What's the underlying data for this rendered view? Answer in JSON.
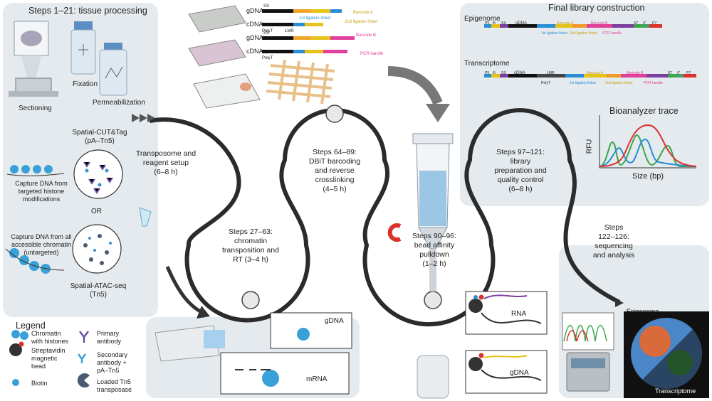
{
  "panels": {
    "tissue_title": "Steps 1–21: tissue processing",
    "sectioning": "Sectioning",
    "fixation": "Fixation",
    "permeabilization": "Permeabilization",
    "final_title": "Final library construction",
    "epigenome": "Epigenome",
    "transcriptome": "Transcriptome",
    "bioanalyzer_title": "Bioanalyzer trace",
    "rfu": "RFU",
    "size_bp": "Size (bp)"
  },
  "left": {
    "cut_tag_1": "Spatial-CUT&Tag",
    "cut_tag_2": "(pA–Tn5)",
    "capture_hist_1": "Capture DNA from",
    "capture_hist_2": "targeted histone",
    "capture_hist_3": "modifications",
    "or": "OR",
    "capture_all_1": "Capture DNA from all",
    "capture_all_2": "accessible chromatin",
    "capture_all_3": "(untargeted)",
    "atac_1": "Spatial-ATAC-seq",
    "atac_2": "(Tn5)"
  },
  "steps": {
    "s1_l1": "Transposome and",
    "s1_l2": "reagent setup",
    "s1_l3": "(6–8 h)",
    "s2_l1": "Steps 27–63:",
    "s2_l2": "chromatin",
    "s2_l3": "transposition and",
    "s2_l4": "RT (3–4 h)",
    "s3_l1": "Steps 64–89:",
    "s3_l2": "DBiT barcoding",
    "s3_l3": "and reverse",
    "s3_l4": "crosslinking",
    "s3_l5": "(4–5 h)",
    "s4_l1": "Steps 90–96:",
    "s4_l2": "bead affinity",
    "s4_l3": "pulldown",
    "s4_l4": "(1–2 h)",
    "s5_l1": "Steps 97–121:",
    "s5_l2": "library",
    "s5_l3": "preparation and",
    "s5_l4": "quality control",
    "s5_l5": "(6–8 h)",
    "s6_l1": "Steps",
    "s6_l2": "122–126:",
    "s6_l3": "sequencing",
    "s6_l4": "and analysis"
  },
  "barcoding": {
    "gdna": "gDNA",
    "cdna": "cDNA",
    "ss": "SS",
    "polyt": "PolyT",
    "lmr": "LMR",
    "lig_linker": "1st ligation linker",
    "barcode_a": "Barcode A",
    "lig_linker2": "2nd ligation linker",
    "barcode_b": "Barcode B",
    "pcr_handle": "PCR handle"
  },
  "library": {
    "p5": "P5",
    "i5": "i5",
    "ss": "SS",
    "gdna": "gDNA",
    "cdna": "cDNA",
    "lmr": "LMR",
    "barcode_a": "Barcode A",
    "barcode_b": "Barcode B",
    "s7": "S7",
    "i7": "i7",
    "p7": "P7",
    "lig1": "1st ligation linker",
    "lig2": "2nd ligation linker",
    "pcr": "PCR handle",
    "polyt": "PolyT"
  },
  "insets": {
    "rna": "RNA",
    "gdna": "gDNA",
    "mrna": "mRNA",
    "epigenome": "Epigenome",
    "transcriptome": "Transcriptome"
  },
  "legend": {
    "title": "Legend",
    "chromatin_1": "Chromatin",
    "chromatin_2": "with histones",
    "strep_1": "Streptavidin",
    "strep_2": "magnetic",
    "strep_3": "bead",
    "biotin": "Biotin",
    "primary_1": "Primary",
    "primary_2": "antibody",
    "secondary_1": "Secondary",
    "secondary_2": "antibody +",
    "secondary_3": "pA–Tn5",
    "loaded_1": "Loaded Tn5",
    "loaded_2": "transposase"
  },
  "colors": {
    "panel": "#e4eaee",
    "path": "#2b2b2b",
    "blue": "#2a8ed6",
    "red": "#d9322b",
    "green": "#3aa64a",
    "purple": "#7b3fa0",
    "yellow": "#e6c21a",
    "pink": "#e0409a",
    "orange": "#f19a2a"
  }
}
